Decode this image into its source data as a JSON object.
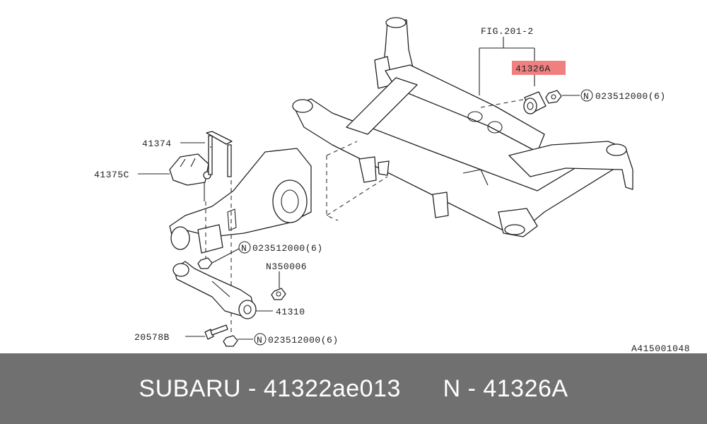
{
  "diagram": {
    "fig_ref": "FIG.201-2",
    "highlight_part": "41326A",
    "highlight_color": "#f08080",
    "labels": {
      "nut_top": "023512000(6)",
      "p41374": "41374",
      "p41375c": "41375C",
      "nut_mid": "023512000(6)",
      "n350006": "N350006",
      "p41310": "41310",
      "p20578b": "20578B",
      "nut_bottom": "023512000(6)"
    },
    "circle_mark": "N",
    "image_code": "A415001048"
  },
  "footer": {
    "text": "SUBARU - 41322ae013      N - 41326A",
    "background": "#707070"
  }
}
